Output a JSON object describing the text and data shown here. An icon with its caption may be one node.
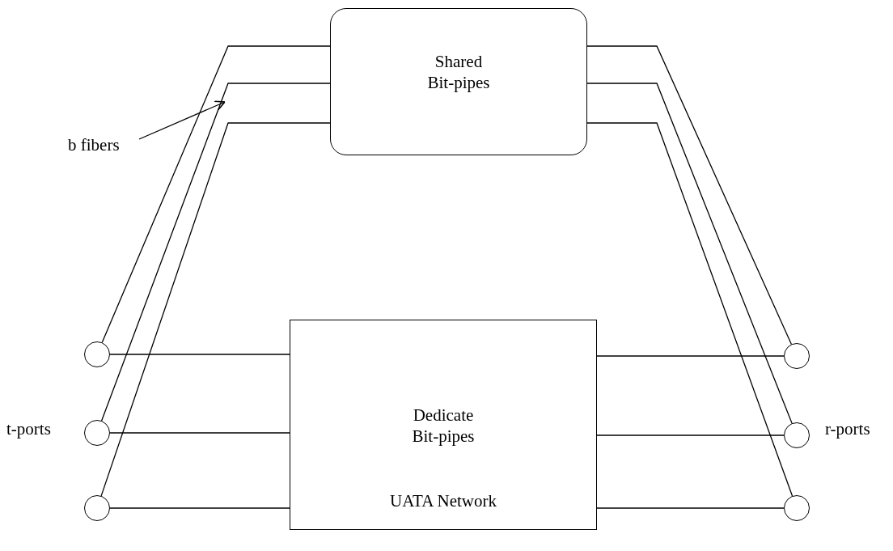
{
  "diagram": {
    "nodes": [
      {
        "text": [
          "Shared Bit-pipes"
        ]
      },
      {
        "text": [
          "b fibers"
        ]
      },
      {
        "text": [
          "Dedicate Bit-pipes",
          "UATA Network"
        ]
      },
      {
        "text": [],
        "shape": "circle"
      },
      {
        "text": [],
        "shape": "circle"
      },
      {
        "text": [],
        "shape": "circle"
      },
      {
        "text": [],
        "shape": "circle"
      },
      {
        "text": [],
        "shape": "circle"
      },
      {
        "text": [],
        "shape": "circle"
      }
    ],
    "edges": [
      {
        "from": 3,
        "to": 0,
        "arrow": "none"
      },
      {
        "from": 4,
        "to": 0,
        "arrow": "none"
      },
      {
        "from": 5,
        "to": 0,
        "arrow": "none"
      },
      {
        "from": 0,
        "to": 6,
        "arrow": "none"
      },
      {
        "from": 0,
        "to": 7,
        "arrow": "none"
      },
      {
        "from": 0,
        "to": 8,
        "arrow": "none"
      },
      {
        "from": 3,
        "to": 2,
        "arrow": "none"
      },
      {
        "from": 4,
        "to": 2,
        "arrow": "none"
      },
      {
        "from": 5,
        "to": 2,
        "arrow": "none"
      },
      {
        "from": 2,
        "to": 6,
        "arrow": "none"
      },
      {
        "from": 2,
        "to": 7,
        "arrow": "none"
      },
      {
        "from": 2,
        "to": 8,
        "arrow": "none"
      },
      {
        "from": 1,
        "to": null,
        "arrow": "to"
      }
    ],
    "labels": [
      "t-ports",
      "r-ports"
    ]
  }
}
